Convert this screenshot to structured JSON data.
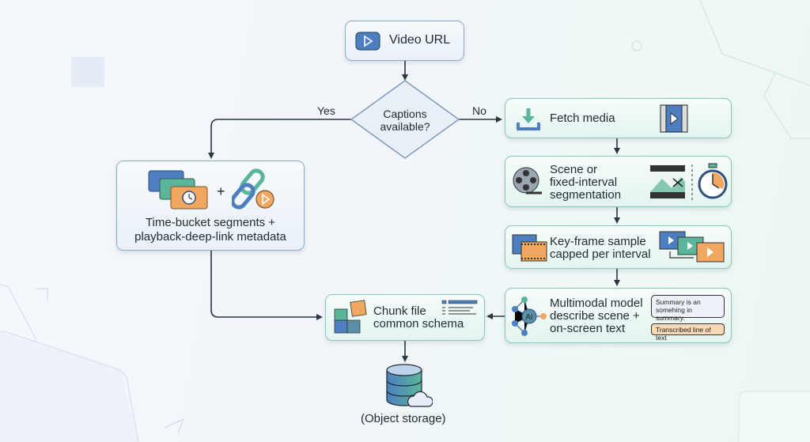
{
  "diagram": {
    "nodes": {
      "video_url": {
        "label": "Video URL",
        "icon": "play-button-icon"
      },
      "decision": {
        "label_line1": "Captions",
        "label_line2": "available?"
      },
      "time_bucket": {
        "label_line1": "Time-bucket segments +",
        "label_line2": "playback-deep-link metadata",
        "plus": "+",
        "icons": [
          "clock-cards-icon",
          "chain-link-play-icon"
        ]
      },
      "fetch_media": {
        "label": "Fetch media",
        "icons": [
          "download-icon",
          "film-play-icon"
        ]
      },
      "segmentation": {
        "label_line1": "Scene or",
        "label_line2": "fixed-interval",
        "label_line3": "segmentation",
        "icons": [
          "film-reel-icon",
          "film-cut-icon",
          "stopwatch-icon"
        ]
      },
      "keyframe": {
        "label_line1": "Key-frame sample",
        "label_line2": "capped per interval",
        "icons": [
          "film-frames-icon",
          "frame-sequence-icon"
        ]
      },
      "multimodal": {
        "label_line1": "Multimodal model",
        "label_line2": "describe scene +",
        "label_line3": "on-screen text",
        "ai_badge": "AI",
        "summary_line1": "Summary is an",
        "summary_line2": "somehing in summary.",
        "transcribed": "Transcribed line of text"
      },
      "chunk_file": {
        "label_line1": "Chunk file",
        "label_line2": "common schema",
        "icons": [
          "puzzle-icon",
          "schema-lines-icon"
        ]
      },
      "storage": {
        "label": "(Object storage)",
        "icon": "database-cloud-icon"
      }
    },
    "edges": {
      "yes_label": "Yes",
      "no_label": "No"
    },
    "colors": {
      "blue_border": "#8fa8c8",
      "teal_border": "#86c9b5",
      "arrow": "#2b3640",
      "accent_blue": "#4a78b8",
      "accent_teal": "#5bb59a",
      "accent_orange": "#f0a860"
    }
  }
}
